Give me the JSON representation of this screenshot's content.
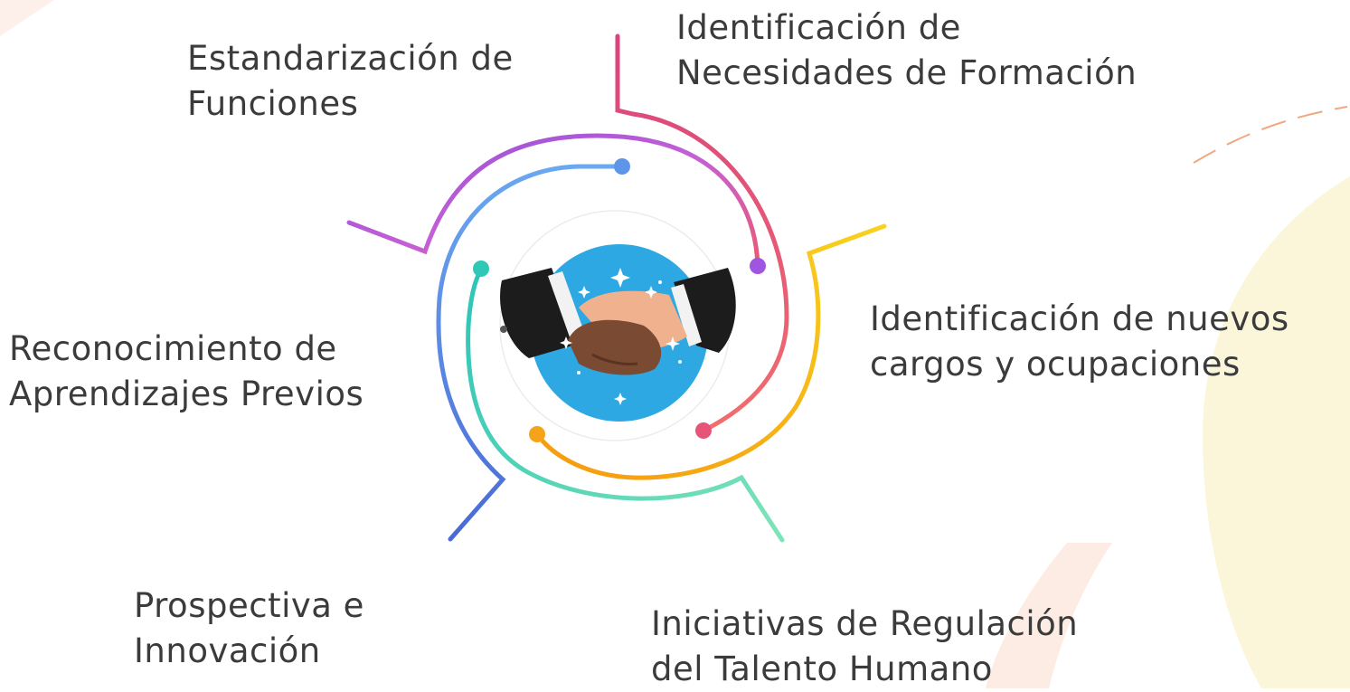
{
  "diagram": {
    "items": [
      {
        "key": "estandarizacion",
        "lines": [
          "Estandarización de",
          "Funciones"
        ],
        "color": "#9a4fd4"
      },
      {
        "key": "necesidades",
        "lines": [
          "Identificación de",
          "Necesidades de Formación"
        ],
        "color": "#e0527a"
      },
      {
        "key": "nuevos-cargos",
        "lines": [
          "Identificación de nuevos",
          "cargos y ocupaciones"
        ],
        "color": "#f6c12a"
      },
      {
        "key": "regulacion",
        "lines": [
          "Iniciativas de Regulación",
          "del Talento Humano"
        ],
        "color": "#5fdcb8"
      },
      {
        "key": "prospectiva",
        "lines": [
          "Prospectiva e",
          "Innovación"
        ],
        "color": "#4a6fd6"
      },
      {
        "key": "reconocimiento",
        "lines": [
          "Reconocimiento de",
          "Aprendizajes Previos"
        ],
        "color": "#4aa7e6"
      }
    ],
    "center_icon": "handshake-icon"
  }
}
